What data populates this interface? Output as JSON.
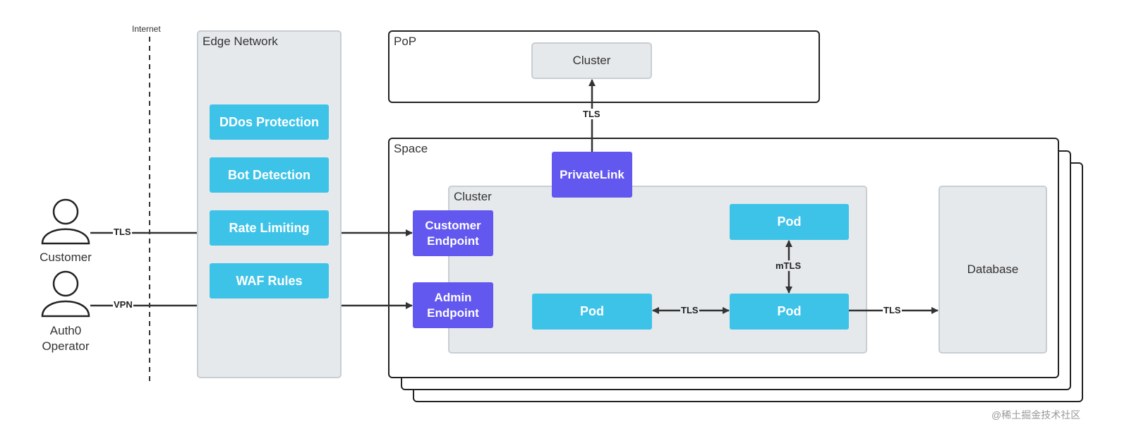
{
  "internet_label": "Internet",
  "edge_network": {
    "title": "Edge Network",
    "items": [
      "DDos Protection",
      "Bot Detection",
      "Rate Limiting",
      "WAF Rules"
    ]
  },
  "actors": {
    "customer": "Customer",
    "operator": "Auth0\nOperator"
  },
  "connections": {
    "customer_tls": "TLS",
    "operator_vpn": "VPN",
    "privatelink_tls": "TLS",
    "pod_pod_tls": "TLS",
    "pod_pod_mtls": "mTLS",
    "pod_db_tls": "TLS"
  },
  "pop": {
    "title": "PoP",
    "cluster": "Cluster"
  },
  "space": {
    "title": "Space",
    "privatelink": "PrivateLink",
    "customer_endpoint": "Customer\nEndpoint",
    "admin_endpoint": "Admin\nEndpoint",
    "cluster": {
      "title": "Cluster",
      "pod_top": "Pod",
      "pod_left": "Pod",
      "pod_right": "Pod"
    },
    "database": "Database"
  },
  "watermark": "@稀土掘金技术社区",
  "colors": {
    "cyan": "#3ec3e8",
    "purple": "#6257ee",
    "gray_fill": "#e6e9eb",
    "outline": "#222222"
  }
}
